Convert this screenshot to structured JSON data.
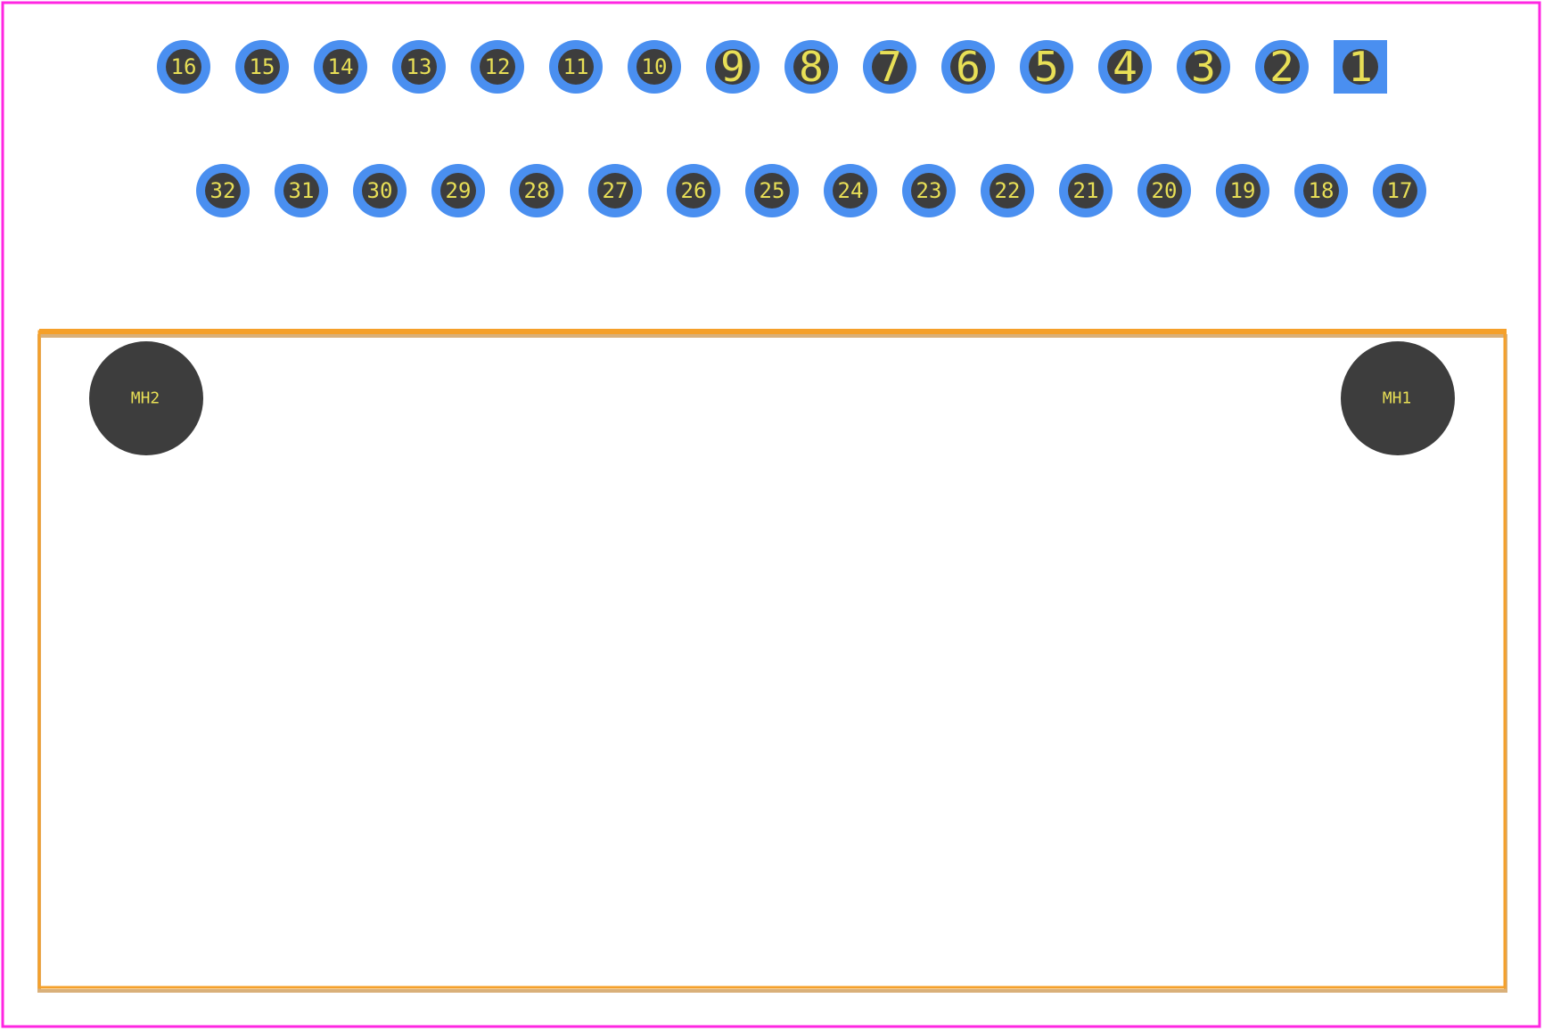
{
  "colors": {
    "background": "#ffffff",
    "courtyard": "#ff26e2",
    "body_outline": "#f5a02a",
    "body_outline_shadow": "#d9b07a",
    "pad_copper": "#4a8ff0",
    "pad_hole": "#3d3d3d",
    "label": "#e8df56"
  },
  "pads": {
    "top_row": [
      {
        "label": "16",
        "shape": "round"
      },
      {
        "label": "15",
        "shape": "round"
      },
      {
        "label": "14",
        "shape": "round"
      },
      {
        "label": "13",
        "shape": "round"
      },
      {
        "label": "12",
        "shape": "round"
      },
      {
        "label": "11",
        "shape": "round"
      },
      {
        "label": "10",
        "shape": "round"
      },
      {
        "label": "9",
        "shape": "round"
      },
      {
        "label": "8",
        "shape": "round"
      },
      {
        "label": "7",
        "shape": "round"
      },
      {
        "label": "6",
        "shape": "round"
      },
      {
        "label": "5",
        "shape": "round"
      },
      {
        "label": "4",
        "shape": "round"
      },
      {
        "label": "3",
        "shape": "round"
      },
      {
        "label": "2",
        "shape": "round"
      },
      {
        "label": "1",
        "shape": "square"
      }
    ],
    "bottom_row": [
      {
        "label": "32",
        "shape": "round"
      },
      {
        "label": "31",
        "shape": "round"
      },
      {
        "label": "30",
        "shape": "round"
      },
      {
        "label": "29",
        "shape": "round"
      },
      {
        "label": "28",
        "shape": "round"
      },
      {
        "label": "27",
        "shape": "round"
      },
      {
        "label": "26",
        "shape": "round"
      },
      {
        "label": "25",
        "shape": "round"
      },
      {
        "label": "24",
        "shape": "round"
      },
      {
        "label": "23",
        "shape": "round"
      },
      {
        "label": "22",
        "shape": "round"
      },
      {
        "label": "21",
        "shape": "round"
      },
      {
        "label": "20",
        "shape": "round"
      },
      {
        "label": "19",
        "shape": "round"
      },
      {
        "label": "18",
        "shape": "round"
      },
      {
        "label": "17",
        "shape": "round"
      }
    ]
  },
  "mounting_holes": [
    {
      "label": "MH2"
    },
    {
      "label": "MH1"
    }
  ]
}
